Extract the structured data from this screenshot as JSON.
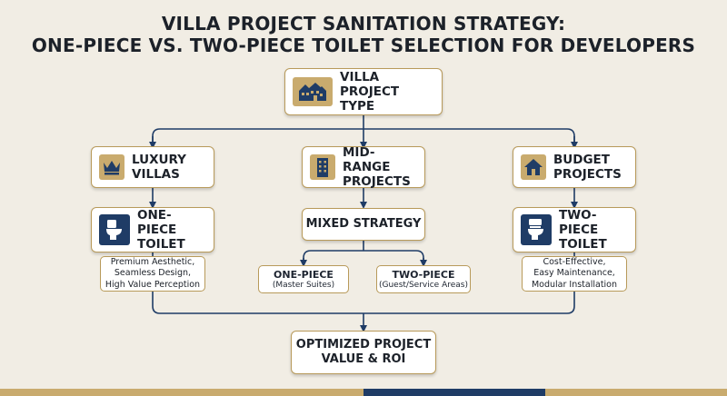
{
  "title": {
    "line1": "VILLA PROJECT SANITATION STRATEGY:",
    "line2": "ONE-PIECE VS. TWO-PIECE TOILET SELECTION FOR DEVELOPERS"
  },
  "root": {
    "label": "VILLA PROJECT TYPE",
    "icon": "villa-building-icon"
  },
  "branches": {
    "luxury": {
      "label": "LUXURY VILLAS",
      "icon": "crown-icon",
      "toilet": {
        "label": "ONE-PIECE TOILET",
        "icon": "toilet-icon"
      },
      "benefits": [
        "Premium Aesthetic,",
        "Seamless Design,",
        "High Value Perception"
      ]
    },
    "midrange": {
      "label": "MID-RANGE PROJECTS",
      "icon": "apartment-building-icon",
      "strategy": "MIXED STRATEGY",
      "options": [
        {
          "title": "ONE-PIECE",
          "desc": "(Master Suites)"
        },
        {
          "title": "TWO-PIECE",
          "desc": "(Guest/Service Areas)"
        }
      ]
    },
    "budget": {
      "label": "BUDGET PROJECTS",
      "icon": "house-icon",
      "toilet": {
        "label": "TWO-PIECE TOILET",
        "icon": "toilet-icon"
      },
      "benefits": [
        "Cost-Effective,",
        "Easy Maintenance,",
        "Modular Installation"
      ]
    }
  },
  "outcome": {
    "line1": "OPTIMIZED PROJECT",
    "line2": "VALUE & ROI"
  },
  "colors": {
    "navy": "#1f3c66",
    "gold": "#c9ab6e",
    "background": "#f1ede4"
  }
}
